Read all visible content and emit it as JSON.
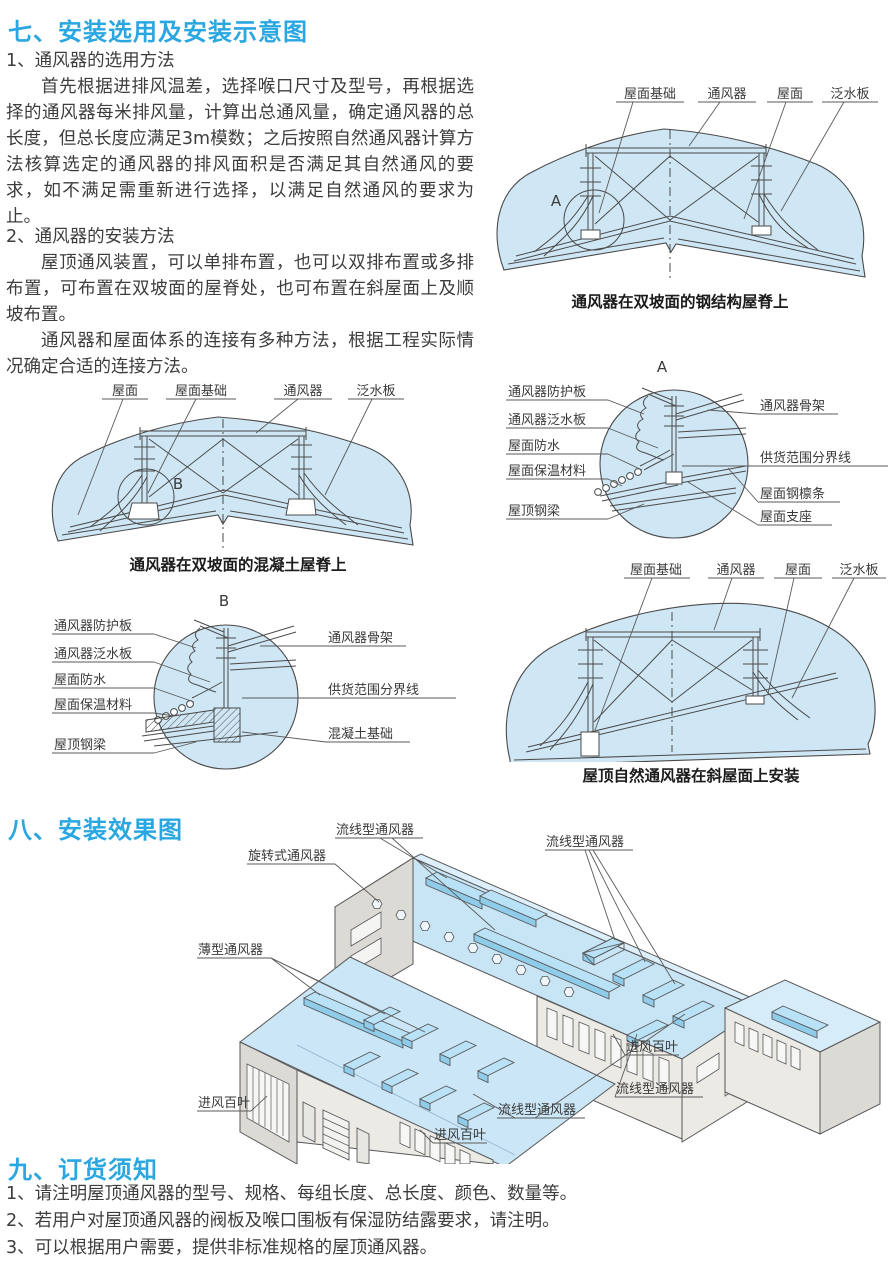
{
  "section7": {
    "heading": "七、安装选用及安装示意图",
    "item1_title": "1、通风器的选用方法",
    "item1_para": "首先根据进排风温差，选择喉口尺寸及型号，再根据选择的通风器每米排风量，计算出总通风量，确定通风器的总长度，但总长度应满足3m模数；之后按照自然通风器计算方法核算选定的通风器的排风面积是否满足其自然通风的要求，如不满足需重新进行选择，以满足自然通风的要求为止。",
    "item2_title": "2、通风器的安装方法",
    "item2_para1": "屋顶通风装置，可以单排布置，也可以双排布置或多排布置，可布置在双坡面的屋脊处，也可布置在斜屋面上及顺坡布置。",
    "item2_para2": "通风器和屋面体系的连接有多种方法，根据工程实际情况确定合适的连接方法。"
  },
  "diagram_steel": {
    "caption": "通风器在双坡面的钢结构屋脊上",
    "label_base": "屋面基础",
    "label_vent": "通风器",
    "label_roof": "屋面",
    "label_flash": "泛水板",
    "marker": "A"
  },
  "diagram_concrete": {
    "caption": "通风器在双坡面的混凝土屋脊上",
    "label_roof": "屋面",
    "label_base": "屋面基础",
    "label_vent": "通风器",
    "label_flash": "泛水板",
    "marker": "B"
  },
  "detail_a": {
    "marker": "A",
    "l1": "通风器防护板",
    "l2": "通风器泛水板",
    "l3": "屋面防水",
    "l4": "屋面保温材料",
    "l5": "屋顶钢梁",
    "r1": "通风器骨架",
    "r2": "供货范围分界线",
    "r3": "屋面钢檩条",
    "r4": "屋面支座"
  },
  "detail_b": {
    "marker": "B",
    "l1": "通风器防护板",
    "l2": "通风器泛水板",
    "l3": "屋面防水",
    "l4": "屋面保温材料",
    "l5": "屋顶钢梁",
    "r1": "通风器骨架",
    "r2": "供货范围分界线",
    "r3": "混凝土基础"
  },
  "diagram_slope": {
    "caption": "屋顶自然通风器在斜屋面上安装",
    "label_base": "屋面基础",
    "label_vent": "通风器",
    "label_roof": "屋面",
    "label_flash": "泛水板"
  },
  "section8": {
    "heading": "八、安装效果图",
    "lbl_rotary": "旋转式通风器",
    "lbl_stream_top": "流线型通风器",
    "lbl_stream_topright": "流线型通风器",
    "lbl_thin": "薄型通风器",
    "lbl_louver_left": "进风百叶",
    "lbl_louver_bottom": "进风百叶",
    "lbl_stream_bottom": "流线型通风器",
    "lbl_louver_right": "进风百叶",
    "lbl_stream_right": "流线型通风器"
  },
  "section9": {
    "heading": "九、订货须知",
    "items": [
      "1、请注明屋顶通风器的型号、规格、每组长度、总长度、颜色、数量等。",
      "2、若用户对屋顶通风器的阀板及喉口围板有保湿防结露要求，请注明。",
      "3、可以根据用户需要，提供非标准规格的屋顶通风器。"
    ]
  },
  "colors": {
    "heading_blue": "#2aa7e1",
    "diagram_fill": "#cfe7f5",
    "roof_blue": "#c8e5f5",
    "wall_gray": "#eceae5",
    "line_dark": "#4a4a4a"
  }
}
